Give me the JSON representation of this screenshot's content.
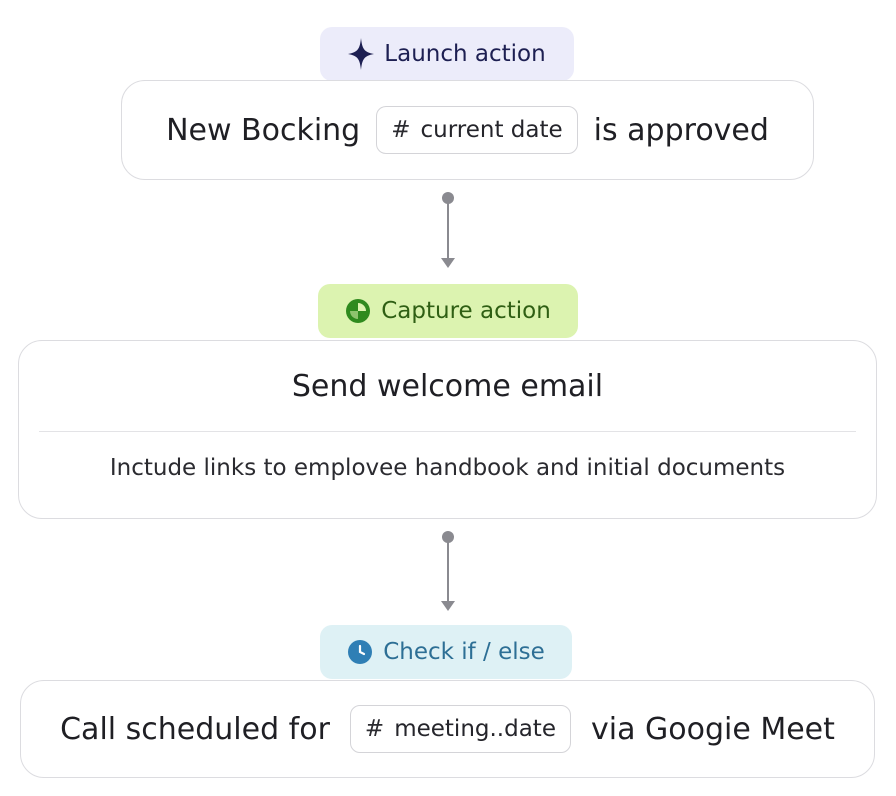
{
  "steps": [
    {
      "badge": {
        "label": "Launch action",
        "icon": "sparkle-icon",
        "bg": "#ececfa",
        "fg": "#1d1f52",
        "icon_color": "#1d1f52"
      },
      "card": {
        "text_before": "New Bocking",
        "token": {
          "hash": "#",
          "label": "current date"
        },
        "text_after": "is approved"
      }
    },
    {
      "badge": {
        "label": "Capture action",
        "icon": "pie-chart-icon",
        "bg": "#dcf3b0",
        "fg": "#2f5f14",
        "icon_color": "#2f8a1e"
      },
      "card": {
        "title": "Send welcome email",
        "description": "Inctude links to emplovee handbook and initial documents"
      }
    },
    {
      "badge": {
        "label": "Check if / else",
        "icon": "clock-icon",
        "bg": "#def1f5",
        "fg": "#2d6f95",
        "icon_color": "#2f7fb5"
      },
      "card": {
        "text_before": "Call scheduled for",
        "token": {
          "hash": "#",
          "label": "meeting..date"
        },
        "text_after": "via Googie Meet"
      }
    }
  ],
  "colors": {
    "connector": "#8a8a90",
    "card_border": "#dcdce0"
  }
}
